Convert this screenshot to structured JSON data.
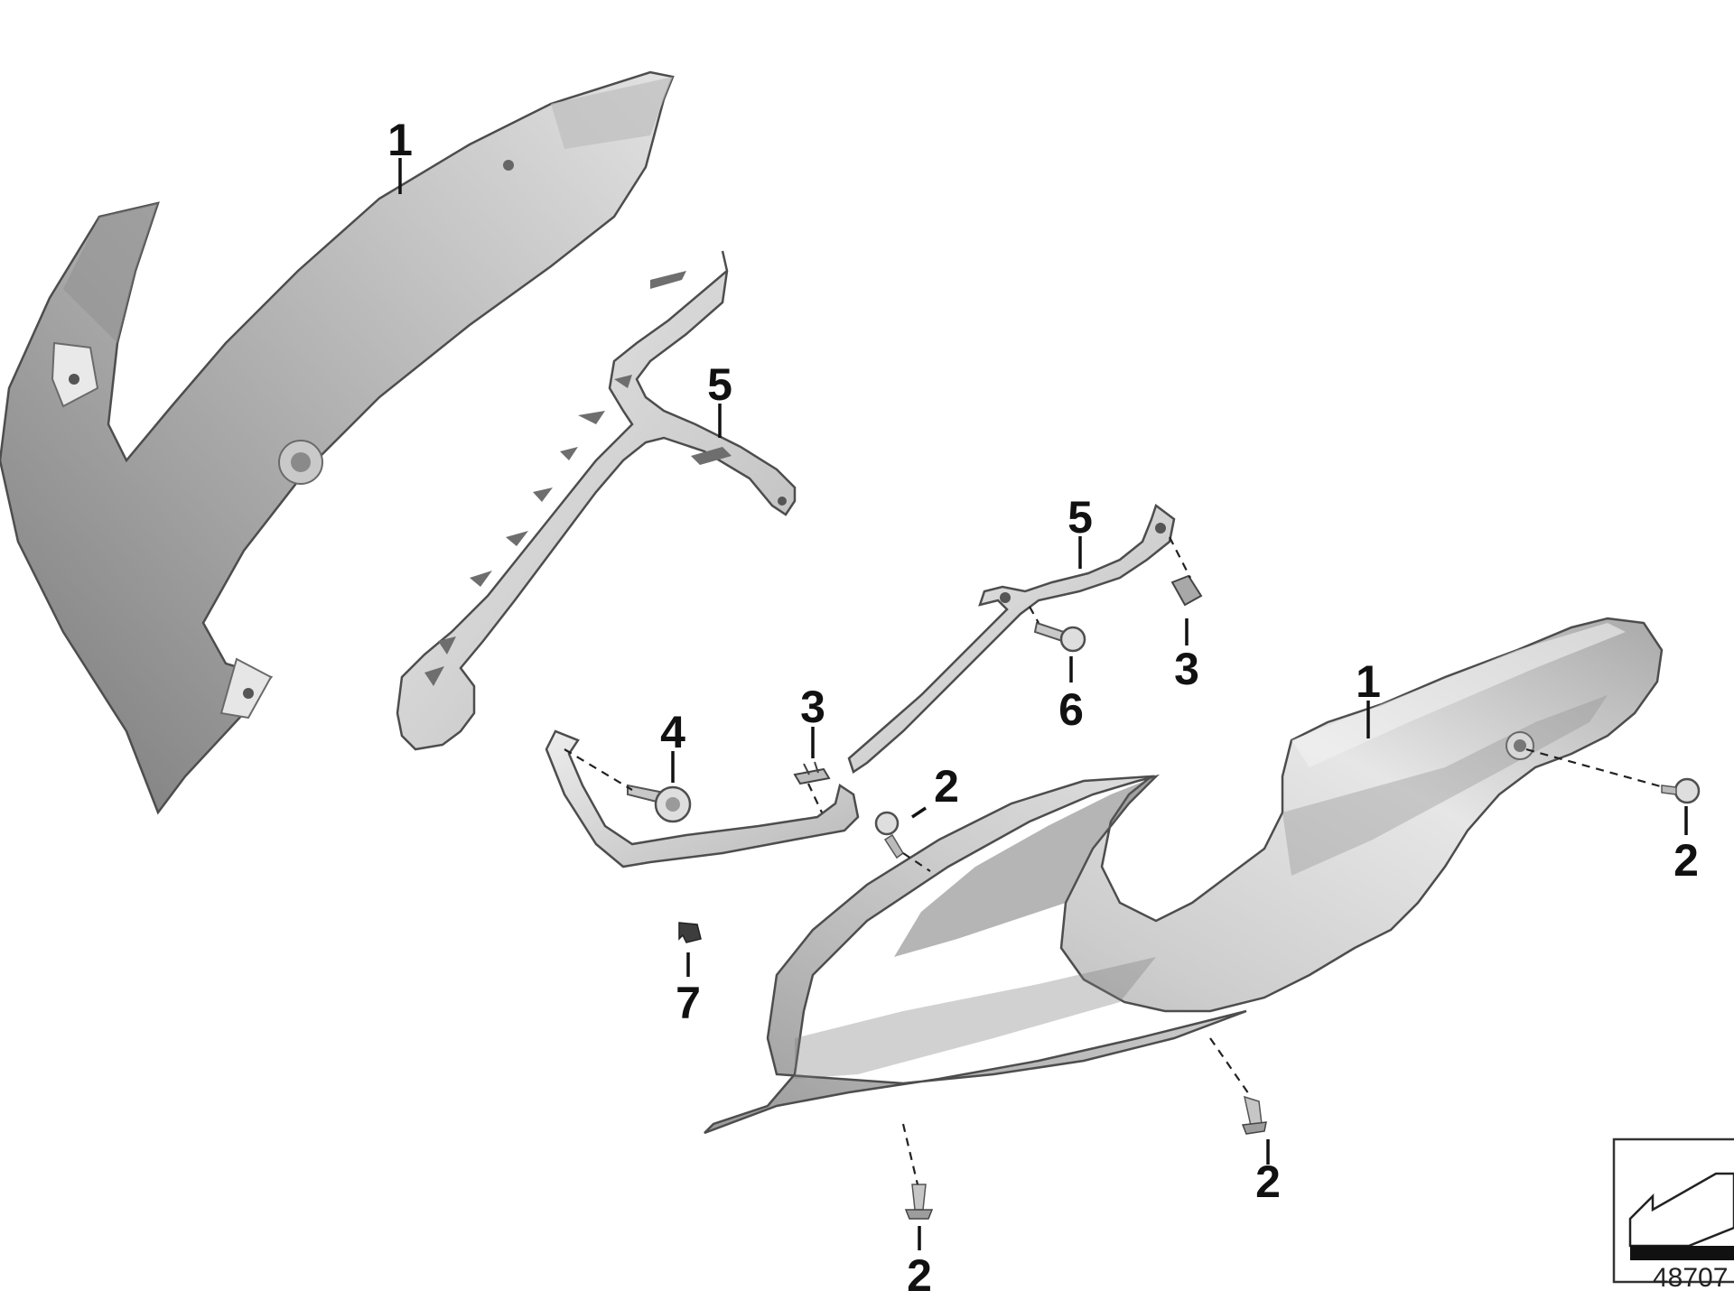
{
  "callouts": {
    "part1_upper": "1",
    "part1_lower": "1",
    "part2_a": "2",
    "part2_b": "2",
    "part2_c": "2",
    "part2_d": "2",
    "part3_a": "3",
    "part3_b": "3",
    "part4": "4",
    "part5_a": "5",
    "part5_b": "5",
    "part6": "6",
    "part7": "7"
  },
  "reference_number": "48707",
  "colors": {
    "panel_light": "#d9d9d9",
    "panel_mid": "#a6a6a6",
    "panel_dark": "#6e6e6e",
    "bracket": "#cfcfcf",
    "text": "#111111"
  }
}
